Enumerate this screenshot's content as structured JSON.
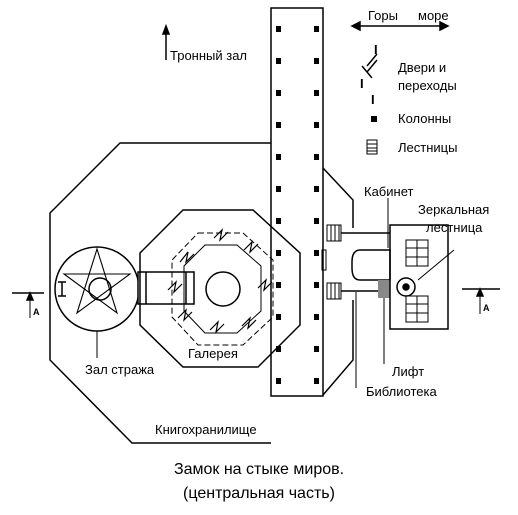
{
  "labels": {
    "throne_hall": "Тронный зал",
    "compass_left": "Горы",
    "compass_right": "море",
    "legend_doors": "Двери и",
    "legend_doors2": "переходы",
    "legend_columns": "Колонны",
    "legend_stairs": "Лестницы",
    "cabinet": "Кабинет",
    "mirror_stair": "Зеркальная",
    "mirror_stair2": "лестница",
    "gallery": "Галерея",
    "guard_hall": "Зал стража",
    "lift": "Лифт",
    "library": "Библиотека",
    "book_depository": "Книгохранилище",
    "section_mark": "A",
    "door_glyph": "I"
  },
  "caption": {
    "line1": "Замок на стыке миров.",
    "line2": "(центральная часть)"
  }
}
